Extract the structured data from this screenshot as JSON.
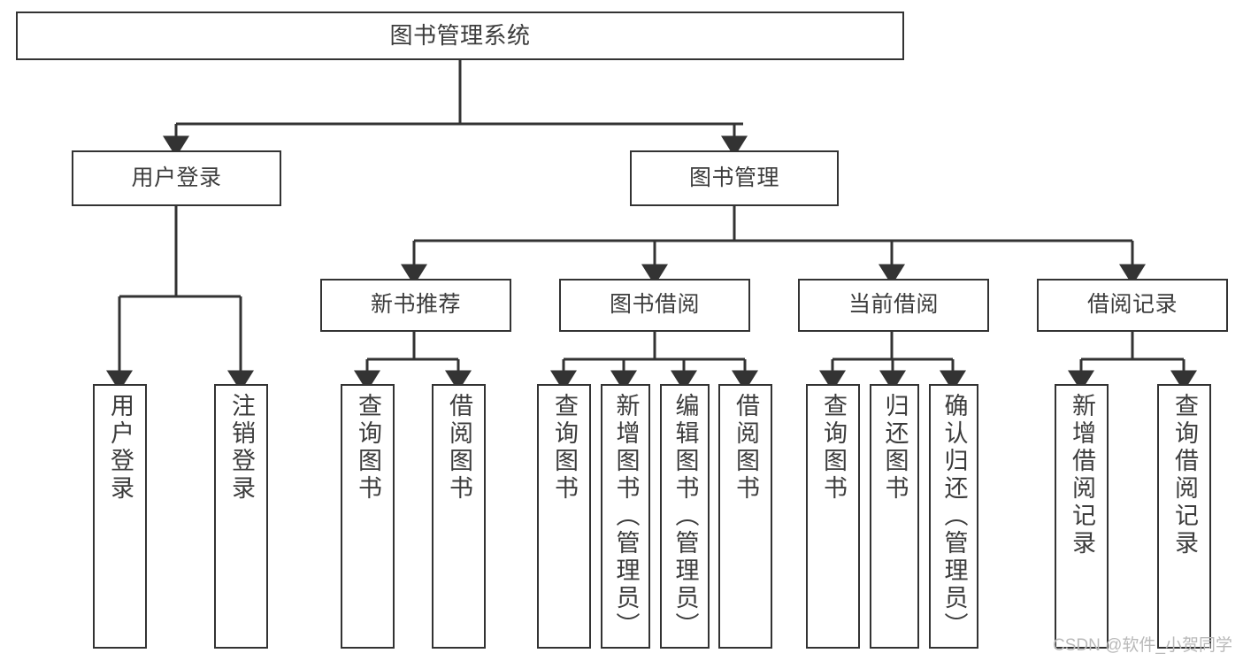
{
  "diagram": {
    "title": "图书管理系统",
    "type": "hierarchy-tree",
    "root": {
      "id": "root",
      "label": "图书管理系统"
    },
    "level2": [
      {
        "id": "user-login",
        "label": "用户登录"
      },
      {
        "id": "book-manage",
        "label": "图书管理"
      }
    ],
    "level3": [
      {
        "id": "new-book-recommend",
        "label": "新书推荐"
      },
      {
        "id": "book-borrow",
        "label": "图书借阅"
      },
      {
        "id": "current-borrow",
        "label": "当前借阅"
      },
      {
        "id": "borrow-record",
        "label": "借阅记录"
      }
    ],
    "leaves": {
      "user_login": [
        {
          "id": "leaf-user-login",
          "label": "用户登录"
        },
        {
          "id": "leaf-logout-login",
          "label": "注销登录"
        }
      ],
      "new_book_recommend": [
        {
          "id": "leaf-query-book-1",
          "label": "查询图书"
        },
        {
          "id": "leaf-borrow-book-1",
          "label": "借阅图书"
        }
      ],
      "book_borrow": [
        {
          "id": "leaf-query-book-2",
          "label": "查询图书"
        },
        {
          "id": "leaf-add-book",
          "label": "新增图书（管理员）"
        },
        {
          "id": "leaf-edit-book",
          "label": "编辑图书（管理员）"
        },
        {
          "id": "leaf-borrow-book-2",
          "label": "借阅图书"
        }
      ],
      "current_borrow": [
        {
          "id": "leaf-query-book-3",
          "label": "查询图书"
        },
        {
          "id": "leaf-return-book",
          "label": "归还图书"
        },
        {
          "id": "leaf-confirm-return",
          "label": "确认归还（管理员）"
        }
      ],
      "borrow_record": [
        {
          "id": "leaf-add-record",
          "label": "新增借阅记录"
        },
        {
          "id": "leaf-query-record",
          "label": "查询借阅记录"
        }
      ]
    }
  },
  "watermark": {
    "text": "CSDN @软件_小贺同学"
  },
  "colors": {
    "border": "#333333",
    "text": "#3c3c3c",
    "background": "#ffffff",
    "watermark": "#b9b9b9"
  }
}
